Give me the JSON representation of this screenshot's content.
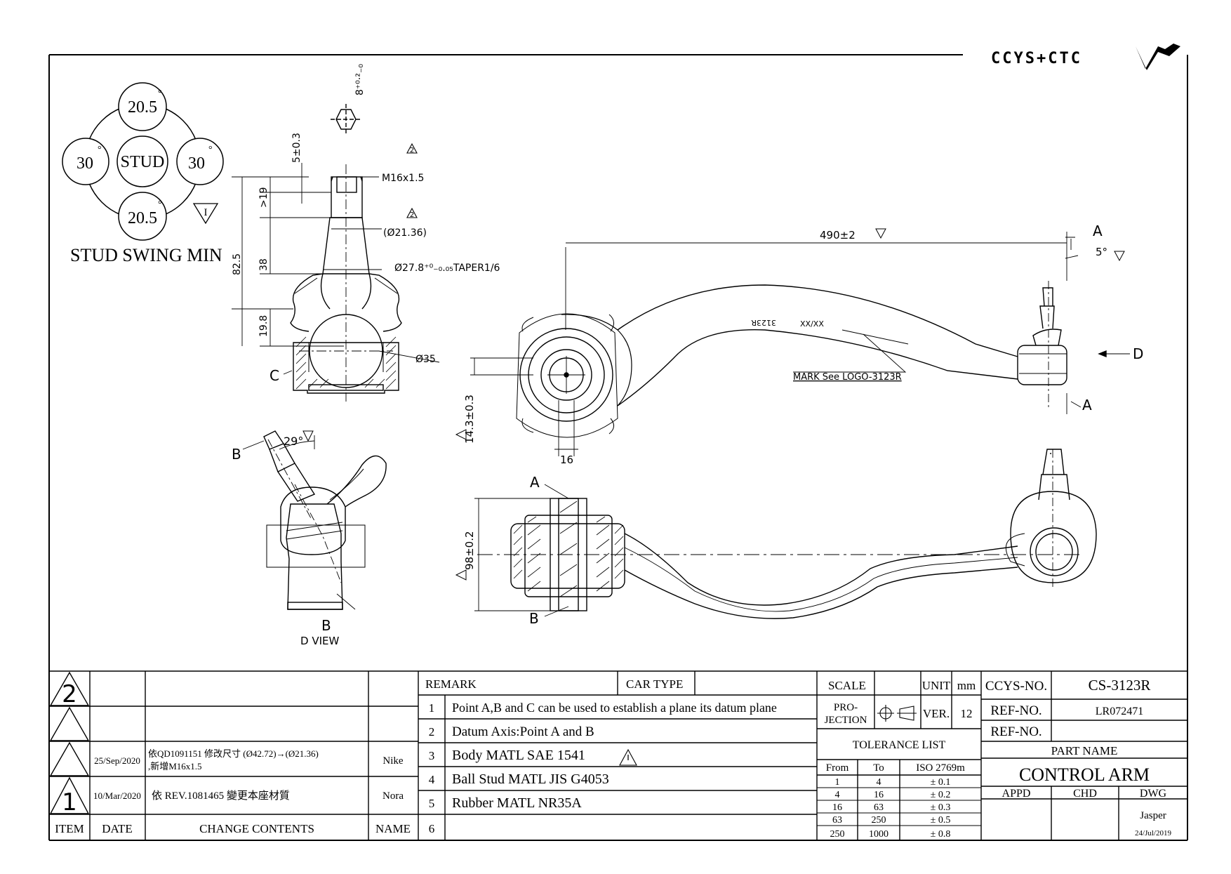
{
  "brand": {
    "logo_text": "CCYS+CTC"
  },
  "stud_swing": {
    "top": "20.5",
    "bottom": "20.5",
    "left": "30",
    "right": "30",
    "center": "STUD",
    "deg": "°",
    "roman": "I",
    "caption": "STUD SWING MIN"
  },
  "ballstud": {
    "hex_dim": "8⁺⁰·²₋₀",
    "nut_dim": "5±0.3",
    "thread": "M16x1.5",
    "dim_19": ">19",
    "dim_825": "82.5",
    "dim_38": "38",
    "dim_198": "19.8",
    "dia_2136": "(Ø21.36)",
    "taper": "Ø27.8⁺⁰₋₀.₀₅TAPER1/6",
    "dia_35": "Ø35",
    "point_c": "C",
    "rev_mark": "2"
  },
  "dview": {
    "angle": "29°",
    "point_b": "B",
    "caption": "D  VIEW"
  },
  "top_view": {
    "length": "490±2",
    "angle": "5°",
    "point_a": "A",
    "point_d": "D",
    "mark_text": "MARK See LOGO-3123R",
    "engrave_1": "3123R",
    "engrave_2": "XX/XX",
    "dim_143": "14.3±0.3",
    "dim_16": "16"
  },
  "side_view": {
    "dim_98": "98±0.2",
    "point_a": "A",
    "point_b": "B"
  },
  "revisions": {
    "headers": {
      "item": "ITEM",
      "date": "DATE",
      "contents": "CHANGE CONTENTS",
      "name": "NAME"
    },
    "rows": [
      {
        "item": "2",
        "date": "25/Sep/2020",
        "line1": "依QD1091151 修改尺寸 (Ø42.72)→(Ø21.36)",
        "line2": ",新增M16x1.5",
        "name": "Nike"
      },
      {
        "item": "1",
        "date": "10/Mar/2020",
        "line1": "依 REV.1081465 變更本座材質",
        "line2": "",
        "name": "Nora"
      }
    ]
  },
  "remarks": {
    "remark_label": "REMARK",
    "car_type_label": "CAR TYPE",
    "items": [
      {
        "n": "1",
        "text": "Point A,B and C can be used to establish a plane its datum plane"
      },
      {
        "n": "2",
        "text": "Datum Axis:Point A and B"
      },
      {
        "n": "3",
        "text": "Body MATL SAE 1541"
      },
      {
        "n": "4",
        "text": "Ball Stud MATL JIS G4053"
      },
      {
        "n": "5",
        "text": "Rubber MATL NR35A"
      },
      {
        "n": "6",
        "text": ""
      }
    ]
  },
  "tolerance": {
    "scale_label": "SCALE",
    "unit_label": "UNIT",
    "unit_value": "mm",
    "projection_line1": "PRO-",
    "projection_line2": "JECTION",
    "ver_label": "VER.",
    "ver_value": "12",
    "list_title": "TOLERANCE LIST",
    "headers": [
      "From",
      "To",
      "ISO 2769m"
    ],
    "rows": [
      [
        "1",
        "4",
        "± 0.1"
      ],
      [
        "4",
        "16",
        "± 0.2"
      ],
      [
        "16",
        "63",
        "± 0.3"
      ],
      [
        "63",
        "250",
        "± 0.5"
      ],
      [
        "250",
        "1000",
        "± 0.8"
      ]
    ]
  },
  "title_block": {
    "ccys_label": "CCYS-NO.",
    "ccys_value": "CS-3123R",
    "ref_label": "REF-NO.",
    "ref_value": "LR072471",
    "ref2_label": "REF-NO.",
    "part_name_label": "PART NAME",
    "part_name": "CONTROL ARM",
    "appd": "APPD",
    "chd": "CHD",
    "dwg": "DWG",
    "drawer": "Jasper",
    "drawn_date": "24/Jul/2019"
  }
}
